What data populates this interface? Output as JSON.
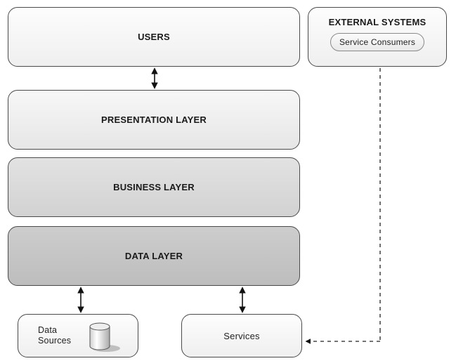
{
  "layers": {
    "users": "USERS",
    "presentation": "PRESENTATION LAYER",
    "business": "BUSINESS LAYER",
    "data": "DATA LAYER"
  },
  "external": {
    "title": "EXTERNAL SYSTEMS",
    "consumers": "Service Consumers"
  },
  "bottom": {
    "data_sources_line1": "Data",
    "data_sources_line2": "Sources",
    "services": "Services"
  },
  "icons": {
    "database": "cylinder-database-icon"
  }
}
